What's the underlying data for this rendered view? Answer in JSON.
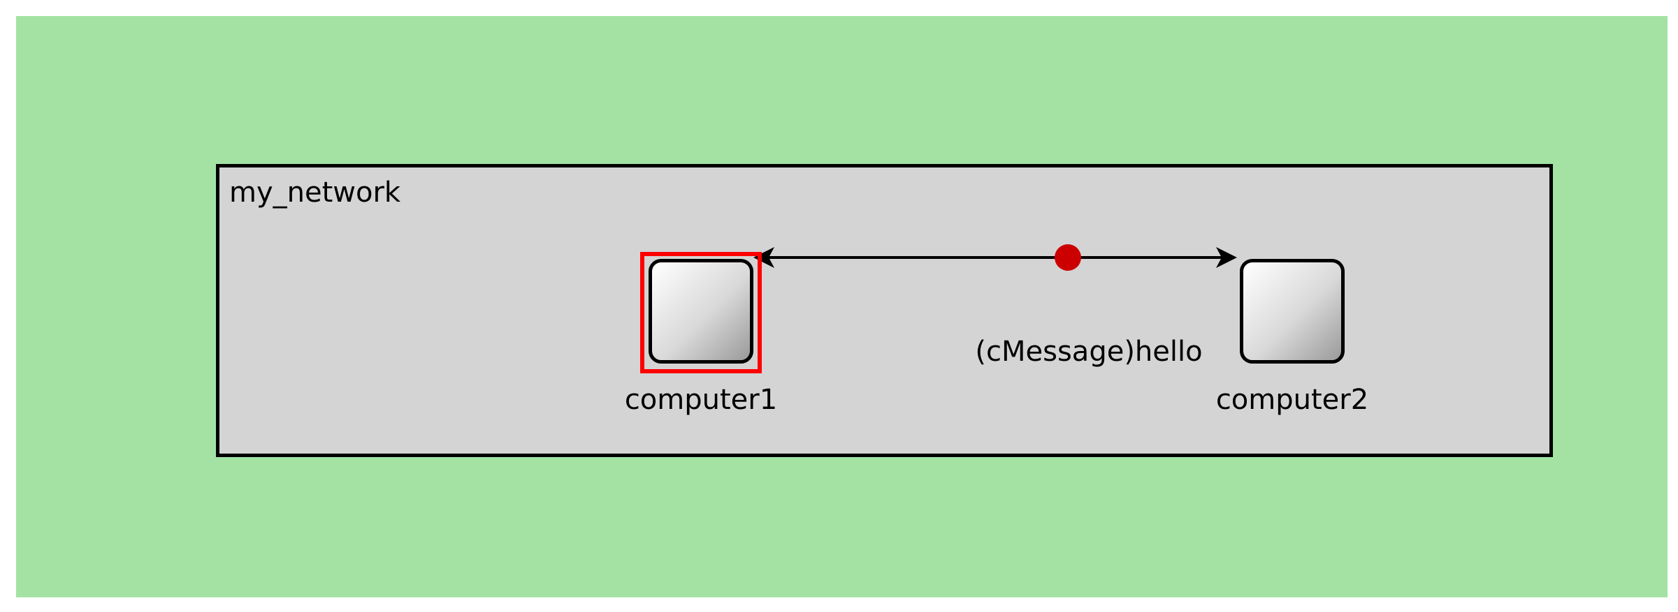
{
  "network": {
    "name": "my_network"
  },
  "modules": [
    {
      "name": "computer1",
      "selected": true
    },
    {
      "name": "computer2",
      "selected": false
    }
  ],
  "message": {
    "label": "(cMessage)hello",
    "color": "#cc0000"
  },
  "colors": {
    "background": "#a3e2a3",
    "network_fill": "#d4d4d4",
    "selection": "#ff0000"
  }
}
